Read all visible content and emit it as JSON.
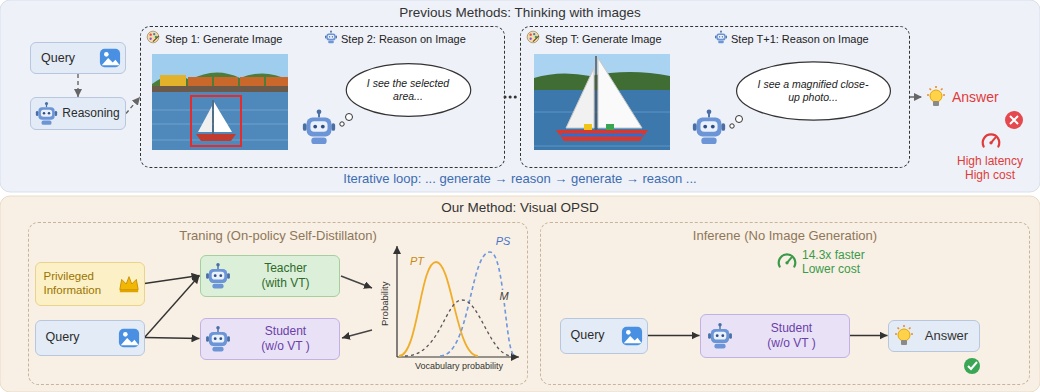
{
  "diagram": {
    "nodes": [
      {
        "text": [
          "Previous Methods: Thinking with images"
        ]
      },
      {
        "text": [
          "Query"
        ],
        "in": 0
      },
      {
        "text": [
          "Reasoning"
        ],
        "in": 0
      },
      {
        "text": [
          "Step 1: Generate Image",
          "Step 2: Reason on Image"
        ],
        "in": 0
      },
      {
        "text": [
          "I see the selected area..."
        ],
        "in": 3
      },
      {
        "text": [
          "Step T: Generate Image",
          "Step T+1: Reason on Image"
        ],
        "in": 0
      },
      {
        "text": [
          "I see a magnified close-up photo..."
        ],
        "in": 5
      },
      {
        "text": [
          "Answer"
        ],
        "in": 0
      },
      {
        "text": [
          "Our Method: Visual OPSD"
        ]
      },
      {
        "text": [
          "Traning (On-policy Self-Distillaton)"
        ],
        "in": 8
      },
      {
        "text": [
          "Privileged Information"
        ],
        "in": 9
      },
      {
        "text": [
          "Query"
        ],
        "in": 9
      },
      {
        "text": [
          "Teacher (with VT)"
        ],
        "in": 9
      },
      {
        "text": [
          "Student (w/o VT )"
        ],
        "in": 9
      },
      {
        "text": [
          "Inferene (No Image Generation)"
        ],
        "in": 8
      },
      {
        "text": [
          "Query"
        ],
        "in": 14
      },
      {
        "text": [
          "Student (w/o VT )"
        ],
        "in": 14
      },
      {
        "text": [
          "Answer"
        ],
        "in": 14
      }
    ],
    "edges": [
      {
        "from": 1,
        "to": 2,
        "arrow": "to"
      },
      {
        "from": 2,
        "to": 3,
        "arrow": "to"
      },
      {
        "from": 3,
        "to": 5,
        "arrow": "none"
      },
      {
        "from": 5,
        "to": 7,
        "arrow": "to"
      },
      {
        "from": 10,
        "to": 12,
        "arrow": "to"
      },
      {
        "from": 11,
        "to": 12,
        "arrow": "to"
      },
      {
        "from": 11,
        "to": 13,
        "arrow": "to"
      },
      {
        "from": 15,
        "to": 16,
        "arrow": "to"
      },
      {
        "from": 16,
        "to": 17,
        "arrow": "to"
      }
    ],
    "labels": [
      "High latency High cost",
      "Iterative loop: ... generate → reason → generate → reason ...",
      "PT",
      "PS",
      "M",
      "Probability",
      "Vocabulary probability",
      "14.3x faster Lower cost"
    ]
  }
}
